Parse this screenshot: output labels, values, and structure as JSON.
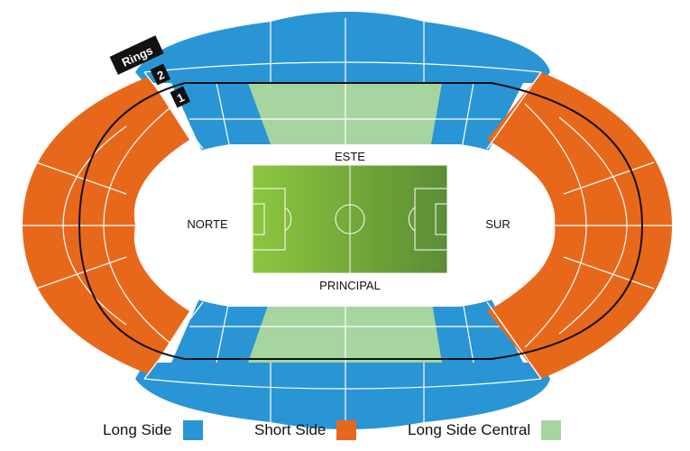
{
  "stands": {
    "top": "ESTE",
    "bottom": "PRINCIPAL",
    "left": "NORTE",
    "right": "SUR"
  },
  "rings": {
    "title": "Rings",
    "upper": "2",
    "lower": "1"
  },
  "legend": [
    {
      "label": "Long Side",
      "color": "#2a95d5"
    },
    {
      "label": "Short Side",
      "color": "#e8681b"
    },
    {
      "label": "Long Side Central",
      "color": "#a6d5a0"
    }
  ],
  "colors": {
    "long_side": "#2a95d5",
    "short_side": "#e8681b",
    "long_side_central": "#a6d5a0",
    "pitch_light": "#8cc63f",
    "pitch_dark": "#5c8d35",
    "track_line": "#111111"
  }
}
